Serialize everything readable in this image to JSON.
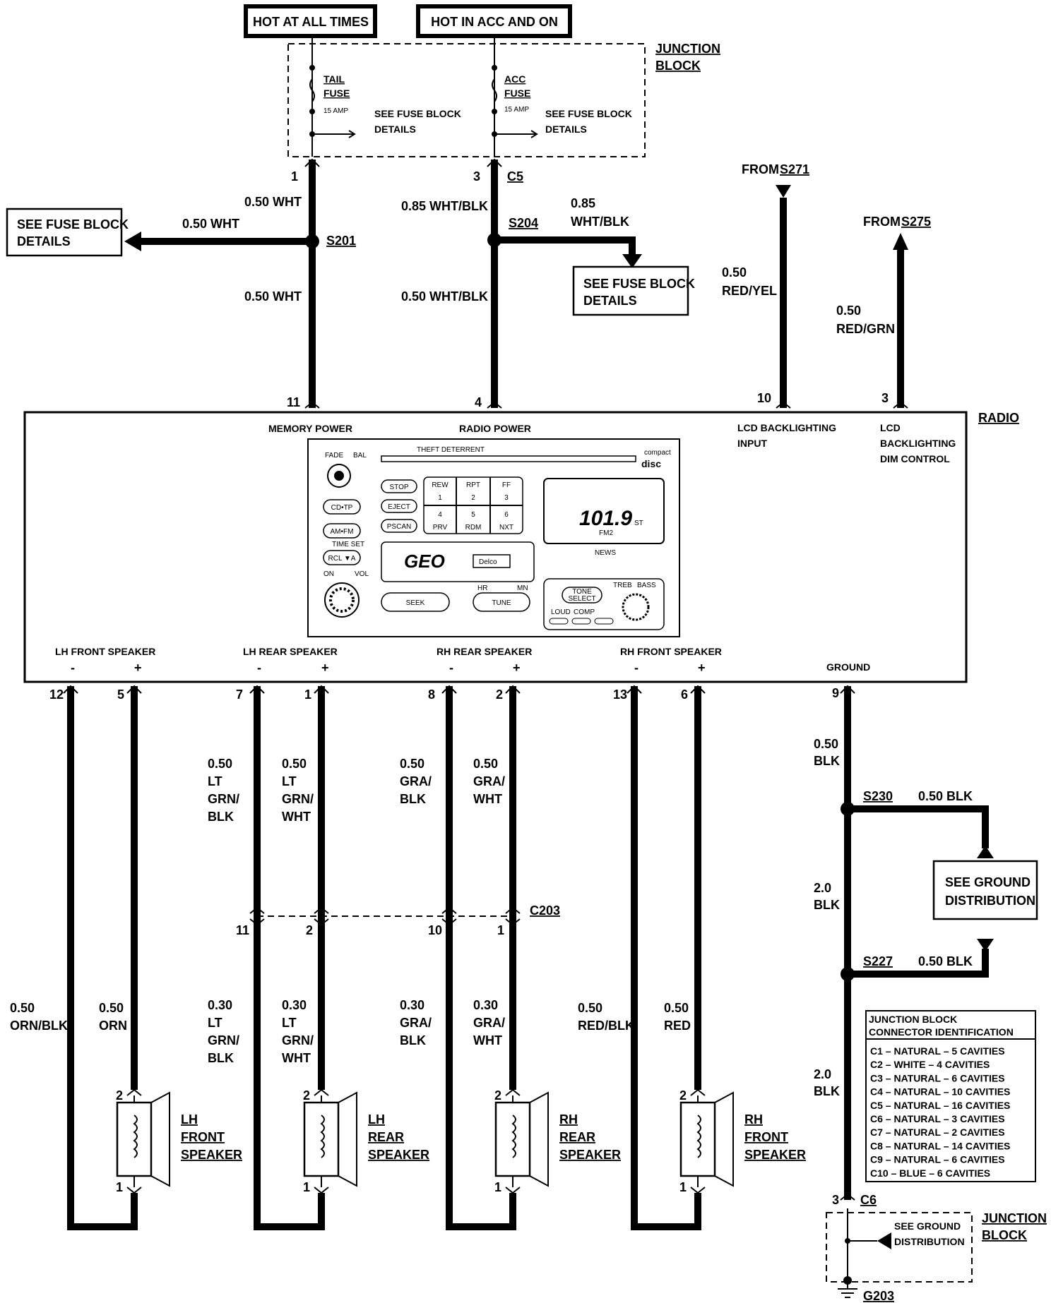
{
  "power": {
    "hot_at_all_times": "HOT AT ALL TIMES",
    "hot_in_acc_and_on": "HOT IN ACC AND ON",
    "junction_block": "JUNCTION\nBLOCK",
    "tail_fuse": "TAIL\nFUSE",
    "tail_fuse_amp": "15 AMP",
    "acc_fuse": "ACC\nFUSE",
    "acc_fuse_amp": "15 AMP",
    "see_fuse_block_details": "SEE FUSE BLOCK\nDETAILS",
    "pin_1": "1",
    "pin_3": "3",
    "conn_c5": "C5"
  },
  "memory_circuit": {
    "wire_upper": "0.50 WHT",
    "wire_branch": "0.50 WHT",
    "wire_lower": "0.50 WHT",
    "splice": "S201",
    "see_details": "SEE FUSE BLOCK\nDETAILS",
    "pin": "11"
  },
  "acc_circuit": {
    "wire_upper": "0.85 WHT/BLK",
    "wire_branch": "0.85\nWHT/BLK",
    "wire_lower": "0.50 WHT/BLK",
    "splice": "S204",
    "see_details": "SEE FUSE BLOCK\nDETAILS",
    "pin": "4"
  },
  "backlight_input": {
    "from": "FROM",
    "splice": "S271",
    "wire": "0.50\nRED/YEL",
    "pin": "10"
  },
  "backlight_dim": {
    "from": "FROM",
    "splice": "S275",
    "wire": "0.50\nRED/GRN",
    "pin": "3"
  },
  "radio": {
    "label": "RADIO",
    "memory_power": "MEMORY POWER",
    "radio_power": "RADIO POWER",
    "lcd_input": "LCD BACKLIGHTING\nINPUT",
    "lcd_dim": "LCD\nBACKLIGHTING\nDIM CONTROL",
    "lh_front": "LH FRONT SPEAKER",
    "lh_rear": "LH REAR SPEAKER",
    "rh_rear": "RH REAR SPEAKER",
    "rh_front": "RH FRONT SPEAKER",
    "ground": "GROUND",
    "minus": "-",
    "plus": "+",
    "face": {
      "fade": "FADE",
      "bal": "BAL",
      "theft": "THEFT DETERRENT",
      "compact": "compact",
      "disc": "disc",
      "stop": "STOP",
      "eject": "EJECT",
      "pscan": "PSCAN",
      "cd_tp": "CD•TP",
      "am_fm": "AM•FM",
      "time_set": "TIME SET",
      "rcl": "RCL ▼A",
      "on": "ON",
      "vol": "VOL",
      "preset_top": [
        "REW",
        "RPT",
        "FF"
      ],
      "preset_num1": [
        "1",
        "2",
        "3"
      ],
      "preset_num2": [
        "4",
        "5",
        "6"
      ],
      "preset_bot": [
        "PRV",
        "RDM",
        "NXT"
      ],
      "freq": "101.9",
      "st": "ST",
      "fm2": "FM2",
      "news": "NEWS",
      "geo": "GEO",
      "delco": "Delco",
      "seek": "SEEK",
      "hr": "HR",
      "mn": "MN",
      "tune": "TUNE",
      "tone_select": "TONE\nSELECT",
      "treb": "TREB",
      "bass": "BASS",
      "loud": "LOUD",
      "comp": "COMP"
    }
  },
  "speakers": {
    "lh_front": {
      "neg_pin": "12",
      "pos_pin": "5",
      "neg_wire": "0.50\nORN/BLK",
      "pos_wire": "0.50\nORN",
      "label": "LH\nFRONT\nSPEAKER"
    },
    "lh_rear": {
      "neg_pin": "7",
      "pos_pin": "1",
      "neg_wire_up": "0.50\nLT\nGRN/\nBLK",
      "pos_wire_up": "0.50\nLT\nGRN/\nWHT",
      "neg_c203": "11",
      "pos_c203": "2",
      "neg_wire_dn": "0.30\nLT\nGRN/\nBLK",
      "pos_wire_dn": "0.30\nLT\nGRN/\nWHT",
      "label": "LH\nREAR\nSPEAKER"
    },
    "rh_rear": {
      "neg_pin": "8",
      "pos_pin": "2",
      "neg_wire_up": "0.50\nGRA/\nBLK",
      "pos_wire_up": "0.50\nGRA/\nWHT",
      "neg_c203": "10",
      "pos_c203": "1",
      "neg_wire_dn": "0.30\nGRA/\nBLK",
      "pos_wire_dn": "0.30\nGRA/\nWHT",
      "label": "RH\nREAR\nSPEAKER"
    },
    "rh_front": {
      "neg_pin": "13",
      "pos_pin": "6",
      "neg_wire": "0.50\nRED/BLK",
      "pos_wire": "0.50\nRED",
      "label": "RH\nFRONT\nSPEAKER"
    },
    "connector": "C203",
    "spk_pin_2": "2",
    "spk_pin_1": "1"
  },
  "ground_circuit": {
    "pin": "9",
    "wire_top": "0.50\nBLK",
    "s230": "S230",
    "s230_branch": "0.50 BLK",
    "see_ground": "SEE GROUND\nDISTRIBUTION",
    "wire_mid": "2.0\nBLK",
    "s227": "S227",
    "s227_branch": "0.50 BLK",
    "wire_low": "2.0\nBLK",
    "c6_pin": "3",
    "c6": "C6",
    "jb_see_ground": "SEE GROUND\nDISTRIBUTION",
    "junction_block": "JUNCTION\nBLOCK",
    "g203": "G203"
  },
  "connector_id": {
    "title": "JUNCTION BLOCK\nCONNECTOR IDENTIFICATION",
    "rows": [
      "C1 – NATURAL – 5 CAVITIES",
      "C2 – WHITE – 4 CAVITIES",
      "C3 – NATURAL – 6 CAVITIES",
      "C4 – NATURAL – 10 CAVITIES",
      "C5 – NATURAL – 16 CAVITIES",
      "C6 – NATURAL – 3 CAVITIES",
      "C7 – NATURAL – 2 CAVITIES",
      "C8 – NATURAL – 14 CAVITIES",
      "C9 – NATURAL – 6 CAVITIES",
      "C10 – BLUE – 6 CAVITIES"
    ]
  }
}
